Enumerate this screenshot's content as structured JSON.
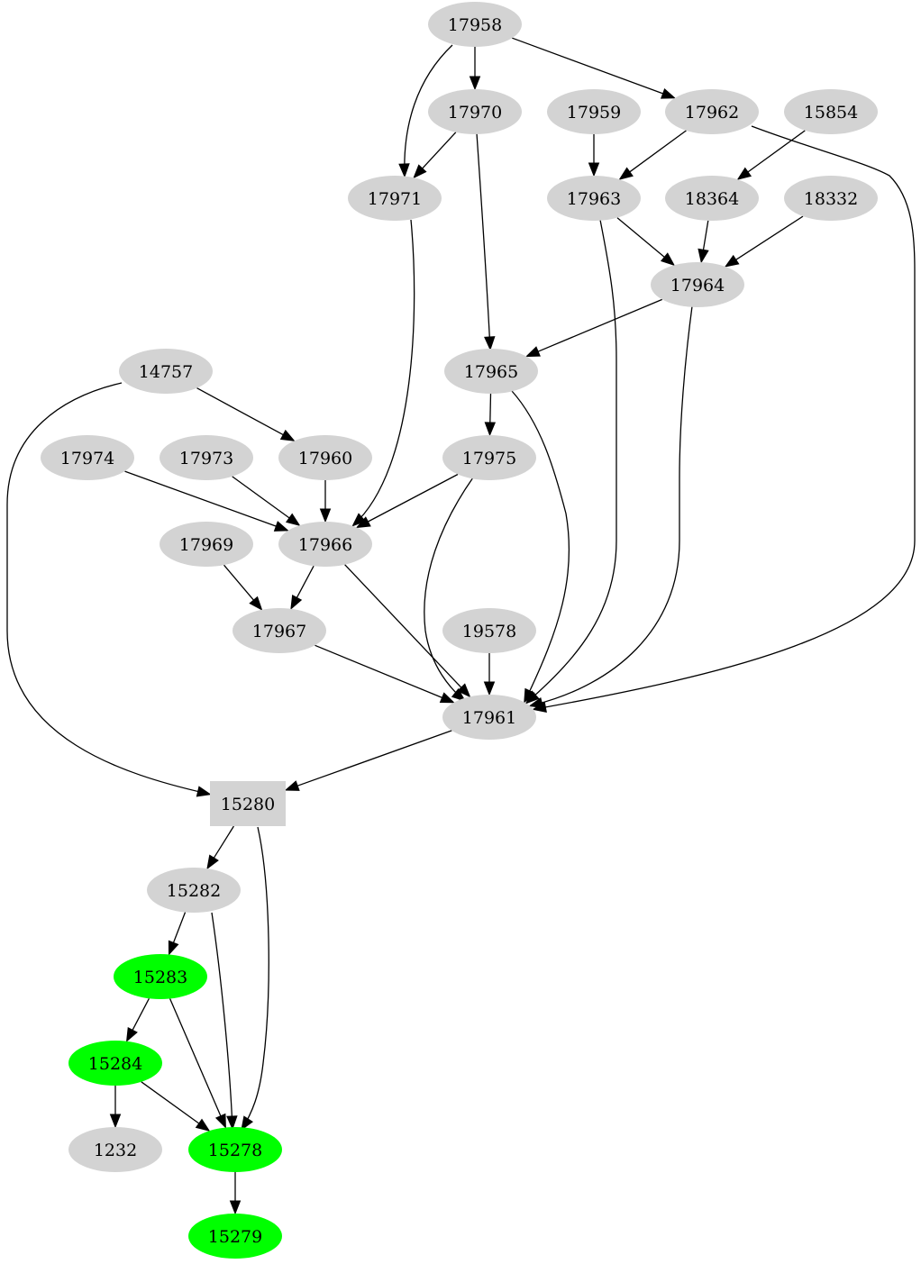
{
  "colors": {
    "default_node": "#d3d3d3",
    "highlight_node": "#00ff00",
    "edge": "#000000",
    "background": "#ffffff"
  },
  "nodes": [
    {
      "id": "17958",
      "label": "17958",
      "shape": "ellipse",
      "fill": "#d3d3d3"
    },
    {
      "id": "17970",
      "label": "17970",
      "shape": "ellipse",
      "fill": "#d3d3d3"
    },
    {
      "id": "17959",
      "label": "17959",
      "shape": "ellipse",
      "fill": "#d3d3d3"
    },
    {
      "id": "17962",
      "label": "17962",
      "shape": "ellipse",
      "fill": "#d3d3d3"
    },
    {
      "id": "15854",
      "label": "15854",
      "shape": "ellipse",
      "fill": "#d3d3d3"
    },
    {
      "id": "17971",
      "label": "17971",
      "shape": "ellipse",
      "fill": "#d3d3d3"
    },
    {
      "id": "17963",
      "label": "17963",
      "shape": "ellipse",
      "fill": "#d3d3d3"
    },
    {
      "id": "18364",
      "label": "18364",
      "shape": "ellipse",
      "fill": "#d3d3d3"
    },
    {
      "id": "18332",
      "label": "18332",
      "shape": "ellipse",
      "fill": "#d3d3d3"
    },
    {
      "id": "17964",
      "label": "17964",
      "shape": "ellipse",
      "fill": "#d3d3d3"
    },
    {
      "id": "14757",
      "label": "14757",
      "shape": "ellipse",
      "fill": "#d3d3d3"
    },
    {
      "id": "17965",
      "label": "17965",
      "shape": "ellipse",
      "fill": "#d3d3d3"
    },
    {
      "id": "17974",
      "label": "17974",
      "shape": "ellipse",
      "fill": "#d3d3d3"
    },
    {
      "id": "17973",
      "label": "17973",
      "shape": "ellipse",
      "fill": "#d3d3d3"
    },
    {
      "id": "17960",
      "label": "17960",
      "shape": "ellipse",
      "fill": "#d3d3d3"
    },
    {
      "id": "17975",
      "label": "17975",
      "shape": "ellipse",
      "fill": "#d3d3d3"
    },
    {
      "id": "17969",
      "label": "17969",
      "shape": "ellipse",
      "fill": "#d3d3d3"
    },
    {
      "id": "17966",
      "label": "17966",
      "shape": "ellipse",
      "fill": "#d3d3d3"
    },
    {
      "id": "17967",
      "label": "17967",
      "shape": "ellipse",
      "fill": "#d3d3d3"
    },
    {
      "id": "19578",
      "label": "19578",
      "shape": "ellipse",
      "fill": "#d3d3d3"
    },
    {
      "id": "17961",
      "label": "17961",
      "shape": "ellipse",
      "fill": "#d3d3d3"
    },
    {
      "id": "15280",
      "label": "15280",
      "shape": "box",
      "fill": "#d3d3d3"
    },
    {
      "id": "15282",
      "label": "15282",
      "shape": "ellipse",
      "fill": "#d3d3d3"
    },
    {
      "id": "15283",
      "label": "15283",
      "shape": "ellipse",
      "fill": "#00ff00"
    },
    {
      "id": "15284",
      "label": "15284",
      "shape": "ellipse",
      "fill": "#00ff00"
    },
    {
      "id": "1232",
      "label": "1232",
      "shape": "ellipse",
      "fill": "#d3d3d3"
    },
    {
      "id": "15278",
      "label": "15278",
      "shape": "ellipse",
      "fill": "#00ff00"
    },
    {
      "id": "15279",
      "label": "15279",
      "shape": "ellipse",
      "fill": "#00ff00"
    }
  ],
  "edges": [
    {
      "from": "17958",
      "to": "17970"
    },
    {
      "from": "17958",
      "to": "17971"
    },
    {
      "from": "17958",
      "to": "17962"
    },
    {
      "from": "17970",
      "to": "17971"
    },
    {
      "from": "17970",
      "to": "17965"
    },
    {
      "from": "17959",
      "to": "17963"
    },
    {
      "from": "17962",
      "to": "17963"
    },
    {
      "from": "17962",
      "to": "17961"
    },
    {
      "from": "15854",
      "to": "18364"
    },
    {
      "from": "17971",
      "to": "17966"
    },
    {
      "from": "17963",
      "to": "17964"
    },
    {
      "from": "17963",
      "to": "17961"
    },
    {
      "from": "18364",
      "to": "17964"
    },
    {
      "from": "18332",
      "to": "17964"
    },
    {
      "from": "17964",
      "to": "17965"
    },
    {
      "from": "17964",
      "to": "17961"
    },
    {
      "from": "14757",
      "to": "17960"
    },
    {
      "from": "14757",
      "to": "15280"
    },
    {
      "from": "17965",
      "to": "17975"
    },
    {
      "from": "17965",
      "to": "17961"
    },
    {
      "from": "17974",
      "to": "17966"
    },
    {
      "from": "17973",
      "to": "17966"
    },
    {
      "from": "17960",
      "to": "17966"
    },
    {
      "from": "17975",
      "to": "17966"
    },
    {
      "from": "17975",
      "to": "17961"
    },
    {
      "from": "17969",
      "to": "17967"
    },
    {
      "from": "17966",
      "to": "17967"
    },
    {
      "from": "17966",
      "to": "17961"
    },
    {
      "from": "17967",
      "to": "17961"
    },
    {
      "from": "19578",
      "to": "17961"
    },
    {
      "from": "17961",
      "to": "15280"
    },
    {
      "from": "15280",
      "to": "15282"
    },
    {
      "from": "15280",
      "to": "15278"
    },
    {
      "from": "15282",
      "to": "15283"
    },
    {
      "from": "15282",
      "to": "15278"
    },
    {
      "from": "15283",
      "to": "15284"
    },
    {
      "from": "15283",
      "to": "15278"
    },
    {
      "from": "15284",
      "to": "1232"
    },
    {
      "from": "15284",
      "to": "15278"
    },
    {
      "from": "15278",
      "to": "15279"
    }
  ]
}
